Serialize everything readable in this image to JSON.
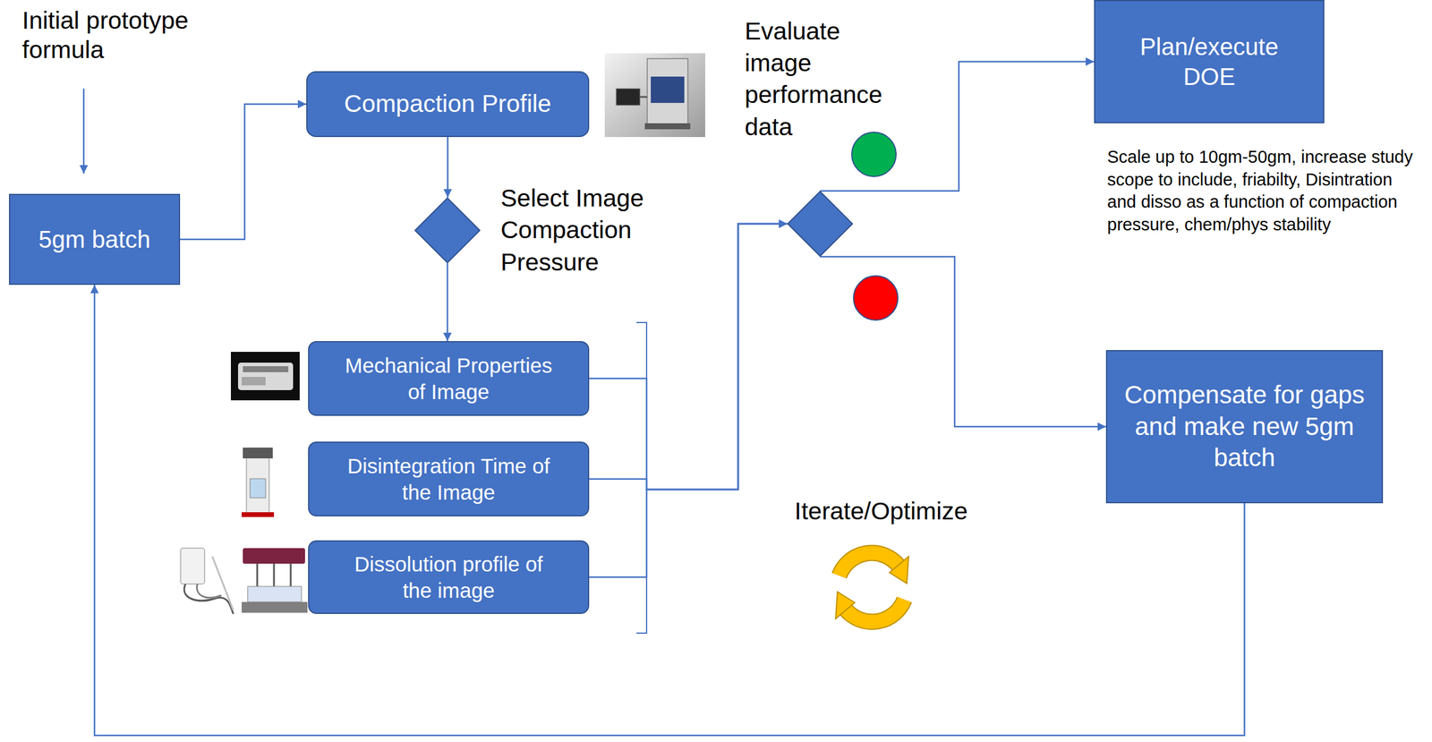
{
  "diagram": {
    "nodes": [
      {
        "text": [
          "5gm batch"
        ]
      },
      {
        "text": [
          "Compaction Profile"
        ]
      },
      {
        "text": [
          "Select Image Compaction Pressure"
        ]
      },
      {
        "text": [
          "Mechanical Properties of Image"
        ]
      },
      {
        "text": [
          "Disintegration Time of the Image"
        ]
      },
      {
        "text": [
          "Dissolution profile of the image"
        ]
      },
      {
        "text": [
          "Evaluate image performance data"
        ]
      },
      {
        "text": [
          "Plan/execute DOE"
        ]
      },
      {
        "text": [
          "Compensate for gaps and make new 5gm batch"
        ]
      }
    ],
    "edges": [
      {
        "from": 0,
        "to": 1,
        "arrow": "to"
      },
      {
        "from": 1,
        "to": 2,
        "arrow": "to"
      },
      {
        "from": 2,
        "to": 3,
        "arrow": "to"
      },
      {
        "from": 3,
        "to": 6,
        "arrow": "to"
      },
      {
        "from": 4,
        "to": 6,
        "arrow": "to"
      },
      {
        "from": 5,
        "to": 6,
        "arrow": "to"
      },
      {
        "from": 6,
        "to": 7,
        "arrow": "to"
      },
      {
        "from": 6,
        "to": 8,
        "arrow": "to"
      },
      {
        "from": 8,
        "to": 0,
        "arrow": "to"
      }
    ],
    "labels": [
      "Initial prototype formula",
      "Scale up to 10gm-50gm, increase study scope to include, friabilty, Disintration and disso as a function of compaction pressure, chem/phys stability",
      "Iterate/Optimize"
    ]
  }
}
